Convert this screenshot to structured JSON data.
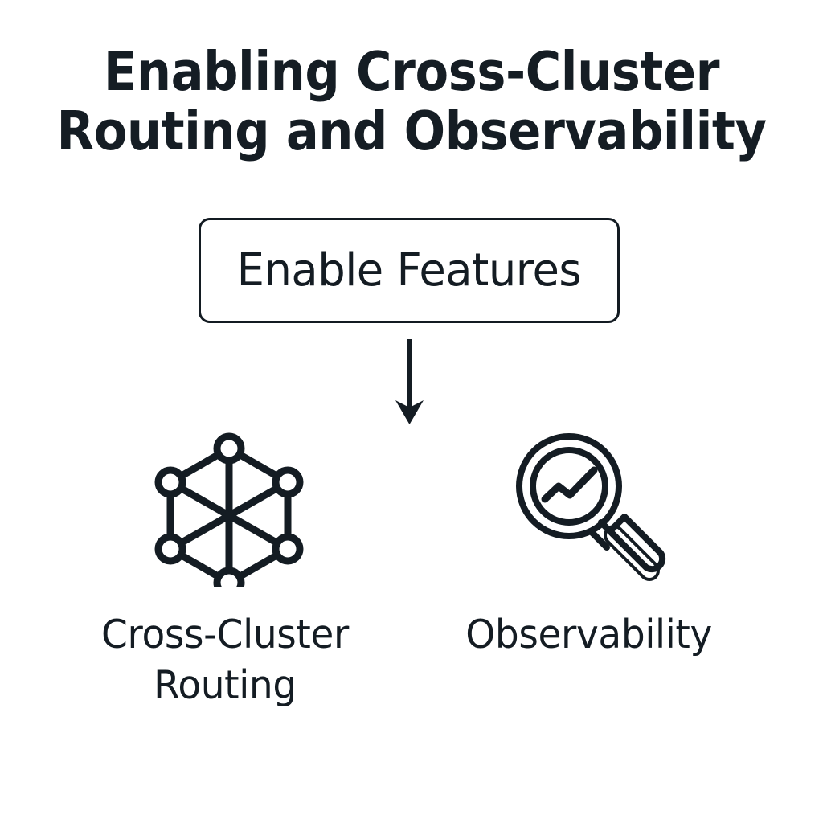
{
  "page": {
    "background_color": "#ffffff",
    "ink_color": "#121a20"
  },
  "title": {
    "line1": "Enabling Cross-Cluster",
    "line2": "Routing and Observability",
    "full": "Enabling Cross-Cluster Routing and Observability"
  },
  "action": {
    "button_label": "Enable Features",
    "border_color": "#131b22",
    "fill_color": "#ffffff"
  },
  "flow": {
    "connector": "downward-arrow"
  },
  "features": [
    {
      "id": "cross-cluster-routing",
      "icon": "network-graph-icon",
      "label_line1": "Cross-Cluster",
      "label_line2": "Routing",
      "label": "Cross-Cluster Routing"
    },
    {
      "id": "observability",
      "icon": "magnifier-chart-icon",
      "label_line1": "Observability",
      "label_line2": "",
      "label": "Observability"
    }
  ]
}
